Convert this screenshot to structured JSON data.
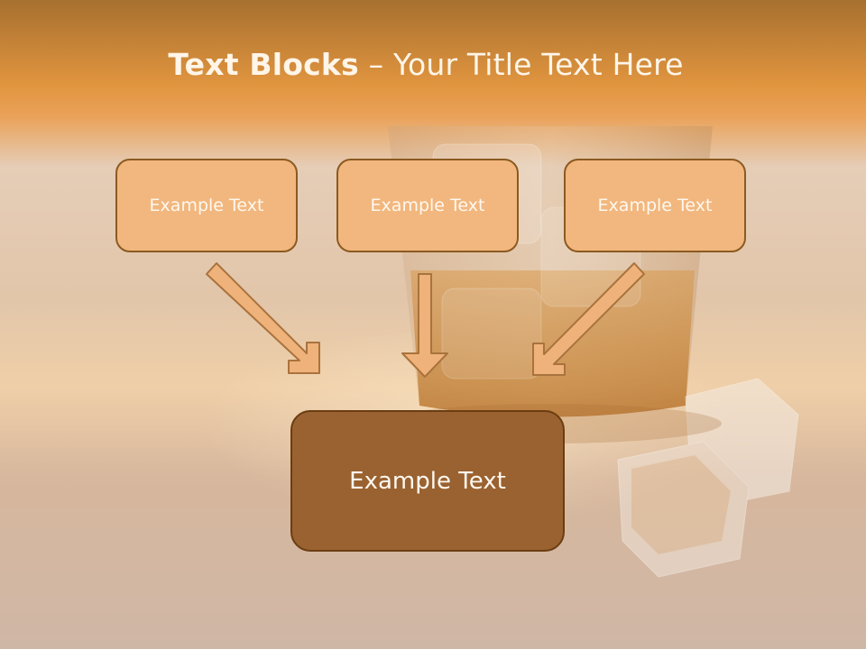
{
  "slide": {
    "title_bold": "Text Blocks",
    "title_rest": " – Your Title Text Here"
  },
  "blocks": [
    {
      "label": "Example Text"
    },
    {
      "label": "Example Text"
    },
    {
      "label": "Example Text"
    }
  ],
  "result_block": {
    "label": "Example Text"
  },
  "colors": {
    "header_orange": "#e1953f",
    "block_fill": "#f2b77e",
    "block_border": "#8b5a20",
    "result_fill": "#9a6230",
    "arrow_fill": "#efb27a"
  },
  "icons": {
    "arrows": "down-arrow-icon"
  }
}
